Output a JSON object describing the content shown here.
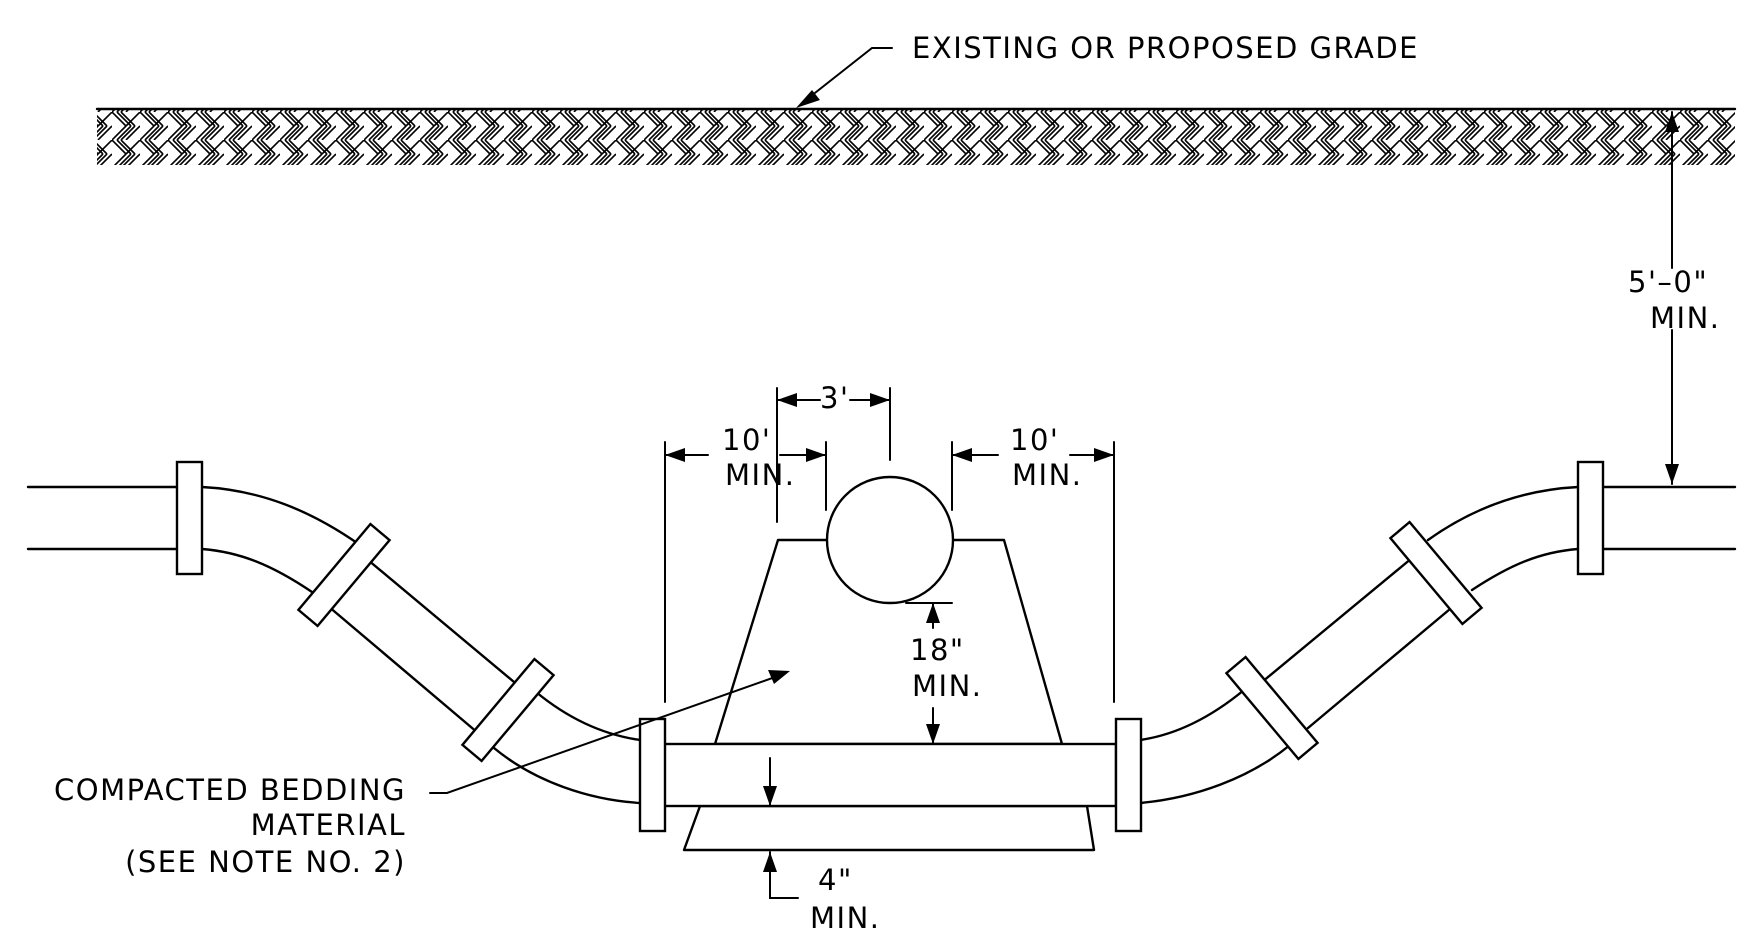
{
  "labels": {
    "grade": "EXISTING OR PROPOSED GRADE",
    "depth_value": "5'–0\"",
    "depth_min": "MIN.",
    "width_3": "3'",
    "left_10": "10'",
    "left_10_min": "MIN.",
    "right_10": "10'",
    "right_10_min": "MIN.",
    "above_18": "18\"",
    "above_18_min": "MIN.",
    "bedding_line1": "COMPACTED BEDDING",
    "bedding_line2": "MATERIAL",
    "bedding_line3": "(SEE NOTE NO. 2)",
    "below_4": "4\"",
    "below_4_min": "MIN."
  }
}
